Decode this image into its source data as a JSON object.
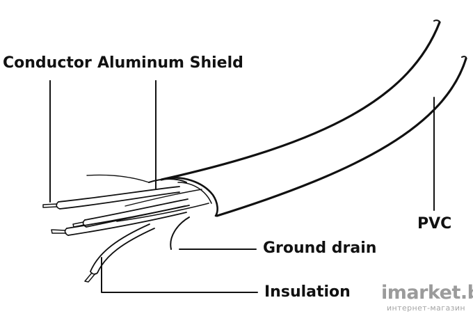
{
  "labels": {
    "conductor": "Conductor",
    "aluminum_shield": "Aluminum Shield",
    "pvc": "PVC",
    "ground_drain": "Ground drain",
    "insulation": "Insulation"
  },
  "watermark": {
    "brand": "imarket.by",
    "tagline": "интернет-магазин"
  },
  "colors": {
    "line": "#111111",
    "background": "#ffffff",
    "watermark": "#9a9a9a"
  }
}
